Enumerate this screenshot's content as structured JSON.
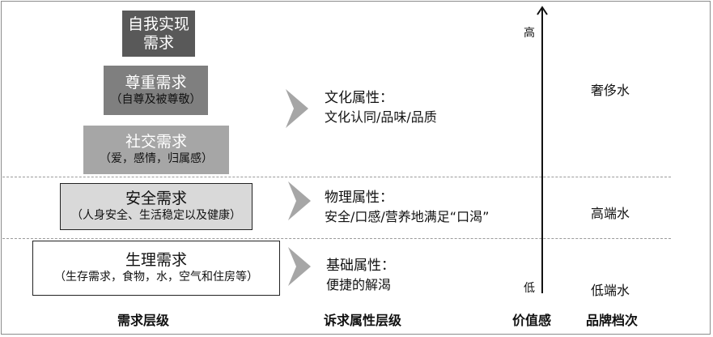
{
  "pyramid": {
    "self_actualization": {
      "title_line1": "自我实现",
      "title_line2": "需求"
    },
    "esteem": {
      "title": "尊重需求",
      "detail": "（自尊及被尊敬）"
    },
    "social": {
      "title": "社交需求",
      "detail": "（爱，感情，归属感）"
    },
    "safety": {
      "title": "安全需求",
      "detail": "（人身安全、生活稳定以及健康）"
    },
    "physiological": {
      "title": "生理需求",
      "detail": "（生存需求，食物，水，空气和住房等）"
    }
  },
  "attributes": {
    "cultural": {
      "heading": "文化属性：",
      "detail": "文化认同/品味/品质"
    },
    "physical": {
      "heading": "物理属性：",
      "detail": "安全/口感/营养地满足“口渴”"
    },
    "basic": {
      "heading": "基础属性：",
      "detail": "便捷的解渴"
    }
  },
  "value_axis": {
    "high": "高",
    "low": "低"
  },
  "brand_tiers": {
    "luxury": "奢侈水",
    "premium": "高端水",
    "low_end": "低端水"
  },
  "footer": {
    "needs_level": "需求层级",
    "appeal_level": "诉求属性层级",
    "value_sense": "价值感",
    "brand_tier": "品牌档次"
  },
  "colors": {
    "self_box": "#595959",
    "esteem_box": "#7f7f7f",
    "social_box": "#a6a6a6",
    "safety_box": "#d9d9d9",
    "chevron": "#a6a6a6"
  }
}
